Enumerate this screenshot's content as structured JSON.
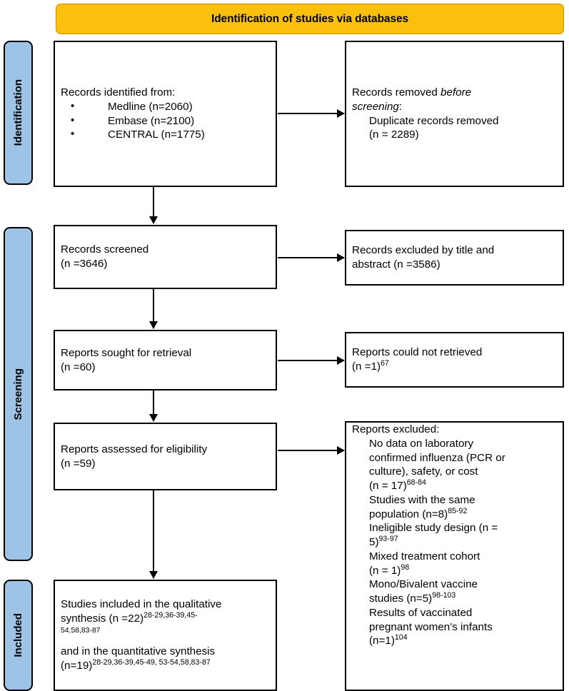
{
  "banner": {
    "title": "Identification of studies via databases"
  },
  "stages": [
    {
      "id": "identification",
      "label": "Identification"
    },
    {
      "id": "screening",
      "label": "Screening"
    },
    {
      "id": "included",
      "label": "Included"
    }
  ],
  "boxes": {
    "identified": {
      "heading": "Records identified from:",
      "bullets": [
        "Medline (n=2060)",
        "Embase (n=2100)",
        "CENTRAL (n=1775)"
      ]
    },
    "removed": {
      "line1_prefix": "Records removed ",
      "line1_italic": "before",
      "line2_italic": "screening",
      "line2_suffix": ":",
      "detail1": "Duplicate records removed",
      "detail2": "(n = 2289)"
    },
    "screened": {
      "line1": "Records screened",
      "line2": "(n =3646)"
    },
    "excluded_title": {
      "line1": "Records excluded by title and",
      "line2": "abstract (n =3586)"
    },
    "sought": {
      "line1": "Reports sought for retrieval",
      "line2": "(n =60)"
    },
    "not_retrieved": {
      "line1": "Reports could not retrieved",
      "line2_base": "(n =1)",
      "line2_sup": "67"
    },
    "assessed": {
      "line1": "Reports assessed for eligibility",
      "line2": "(n =59)"
    },
    "reports_excluded": {
      "heading": "Reports excluded:",
      "items": [
        {
          "lines": [
            "No data on laboratory",
            "confirmed influenza (PCR or",
            "culture), safety, or cost",
            "(n = 17)"
          ],
          "sup": "68-84"
        },
        {
          "lines": [
            "Studies with the same",
            "population (n=8)"
          ],
          "sup": "85-92"
        },
        {
          "lines": [
            "Ineligible study design (n =",
            "5)"
          ],
          "sup": "93-97"
        },
        {
          "lines": [
            "Mixed treatment cohort",
            "(n = 1)"
          ],
          "sup": "98"
        },
        {
          "lines": [
            "Mono/Bivalent vaccine",
            "studies (n=5)"
          ],
          "sup": "98-103"
        },
        {
          "lines": [
            "Results of vaccinated",
            "pregnant women’s infants",
            "(n=1)"
          ],
          "sup": "104"
        }
      ]
    },
    "included": {
      "qual_line1": "Studies included in the qualitative",
      "qual_line2_base": "synthesis (n =22)",
      "qual_line2_sup": "28-29,36-39,45-",
      "qual_line3_sup": "54,58,83-87",
      "quant_line1": "and in the quantitative synthesis",
      "quant_line2_base": "(n=19)",
      "quant_line2_sup": "28-29,36-39,45-49, 53-54,58,83-87"
    }
  },
  "colors": {
    "banner_fill": "#FBBF0D",
    "banner_border": "#C99000",
    "stage_fill": "#9DC3E6",
    "box_border": "#000000",
    "box_fill": "#FFFFFF"
  }
}
